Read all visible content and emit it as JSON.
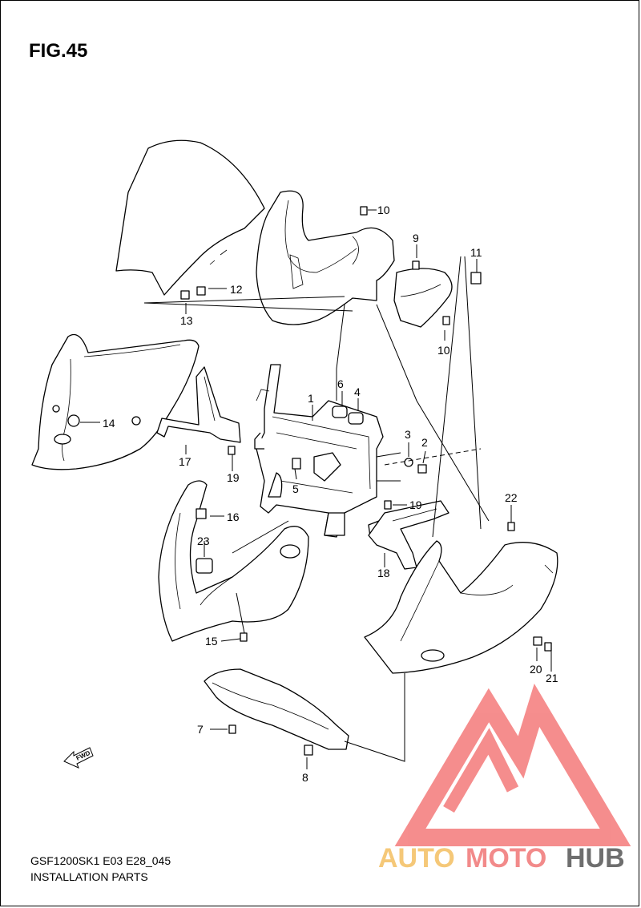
{
  "figure": {
    "title": "FIG.45",
    "model_code": "GSF1200SK1  E03  E28_045",
    "section": "INSTALLATION PARTS"
  },
  "direction_marker": {
    "label": "FWD",
    "icon": "arrow-left-icon"
  },
  "callouts": [
    {
      "id": "c1",
      "label": "1"
    },
    {
      "id": "c2",
      "label": "2"
    },
    {
      "id": "c3",
      "label": "3"
    },
    {
      "id": "c4",
      "label": "4"
    },
    {
      "id": "c5",
      "label": "5"
    },
    {
      "id": "c6",
      "label": "6"
    },
    {
      "id": "c7",
      "label": "7"
    },
    {
      "id": "c8",
      "label": "8"
    },
    {
      "id": "c9",
      "label": "9"
    },
    {
      "id": "c10a",
      "label": "10"
    },
    {
      "id": "c10b",
      "label": "10"
    },
    {
      "id": "c11",
      "label": "11"
    },
    {
      "id": "c12",
      "label": "12"
    },
    {
      "id": "c13",
      "label": "13"
    },
    {
      "id": "c14",
      "label": "14"
    },
    {
      "id": "c15",
      "label": "15"
    },
    {
      "id": "c16",
      "label": "16"
    },
    {
      "id": "c17",
      "label": "17"
    },
    {
      "id": "c18",
      "label": "18"
    },
    {
      "id": "c19a",
      "label": "19"
    },
    {
      "id": "c19b",
      "label": "19"
    },
    {
      "id": "c20",
      "label": "20"
    },
    {
      "id": "c21",
      "label": "21"
    },
    {
      "id": "c22",
      "label": "22"
    },
    {
      "id": "c23",
      "label": "23"
    }
  ],
  "watermark": {
    "part1": "AUTO",
    "part2": "MOTO",
    "part3": "HUB",
    "colors": {
      "auto": "#f5c878",
      "moto": "#f28a8a",
      "hub": "#6e6e6e",
      "logo": "#f47a7a"
    }
  }
}
